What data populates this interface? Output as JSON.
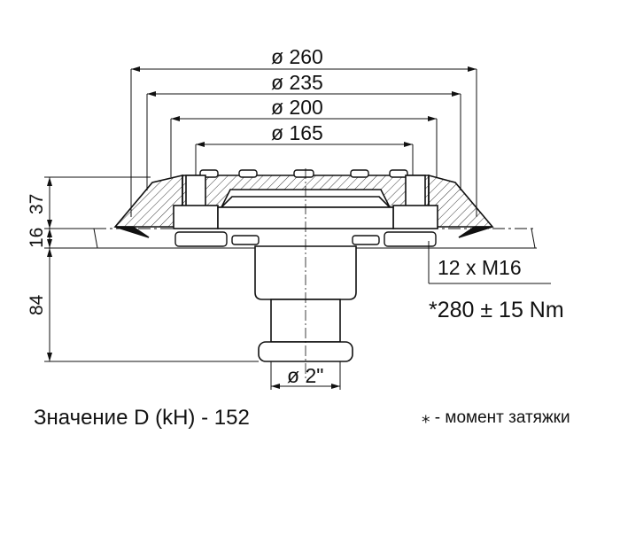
{
  "dimensions": {
    "d260": "ø 260",
    "d235": "ø 235",
    "d200": "ø 200",
    "d165": "ø 165",
    "h37": "37",
    "h16": "16",
    "h84": "84",
    "pipe": "ø 2\"",
    "bolts": "12 x M16"
  },
  "torque": "*280 ± 15 Nm",
  "captions": {
    "d_value": "Значение D (kH) - 152",
    "note": "⁎ - момент затяжки"
  }
}
